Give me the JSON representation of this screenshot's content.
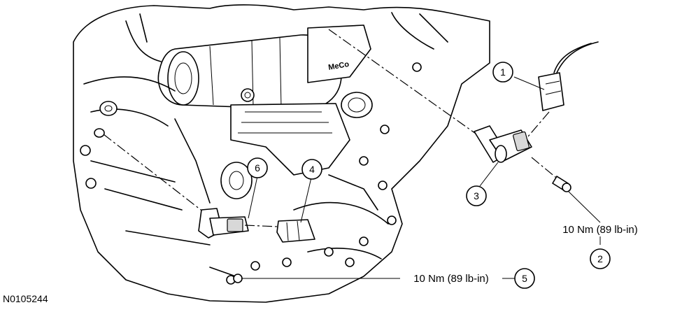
{
  "figure_id": "N0105244",
  "callouts": [
    {
      "number": "1"
    },
    {
      "number": "2"
    },
    {
      "number": "3"
    },
    {
      "number": "4"
    },
    {
      "number": "5"
    },
    {
      "number": "6"
    }
  ],
  "torque_specs": {
    "item_2": "10 Nm (89 lb-in)",
    "item_5": "10 Nm (89 lb-in)"
  },
  "engraved_text": "MeCo"
}
